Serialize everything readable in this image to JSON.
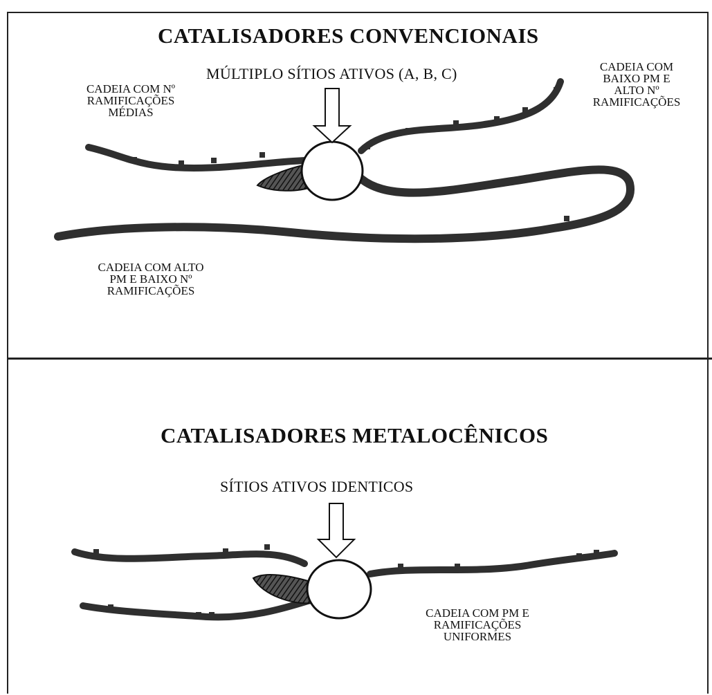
{
  "top_panel": {
    "title": "CATALISADORES CONVENCIONAIS",
    "sites_label": "MÚLTIPLO SÍTIOS ATIVOS (A, B, C)",
    "chain_medium": "CADEIA COM Nº\nRAMIFICAÇÕES\nMÉDIAS",
    "chain_low_pm": "CADEIA COM\nBAIXO PM E\nALTO Nº\nRAMIFICAÇÕES",
    "chain_high_pm": "CADEIA COM ALTO\nPM E BAIXO Nº\nRAMIFICAÇÕES"
  },
  "bottom_panel": {
    "title": "CATALISADORES METALOCÊNICOS",
    "sites_label": "SÍTIOS ATIVOS IDENTICOS",
    "chain_uniform": "CADEIA COM PM E\nRAMIFICAÇÕES\nUNIFORMES"
  },
  "colors": {
    "ink": "#222222",
    "chain_fill": "#2f2f2f",
    "background": "#ffffff"
  }
}
